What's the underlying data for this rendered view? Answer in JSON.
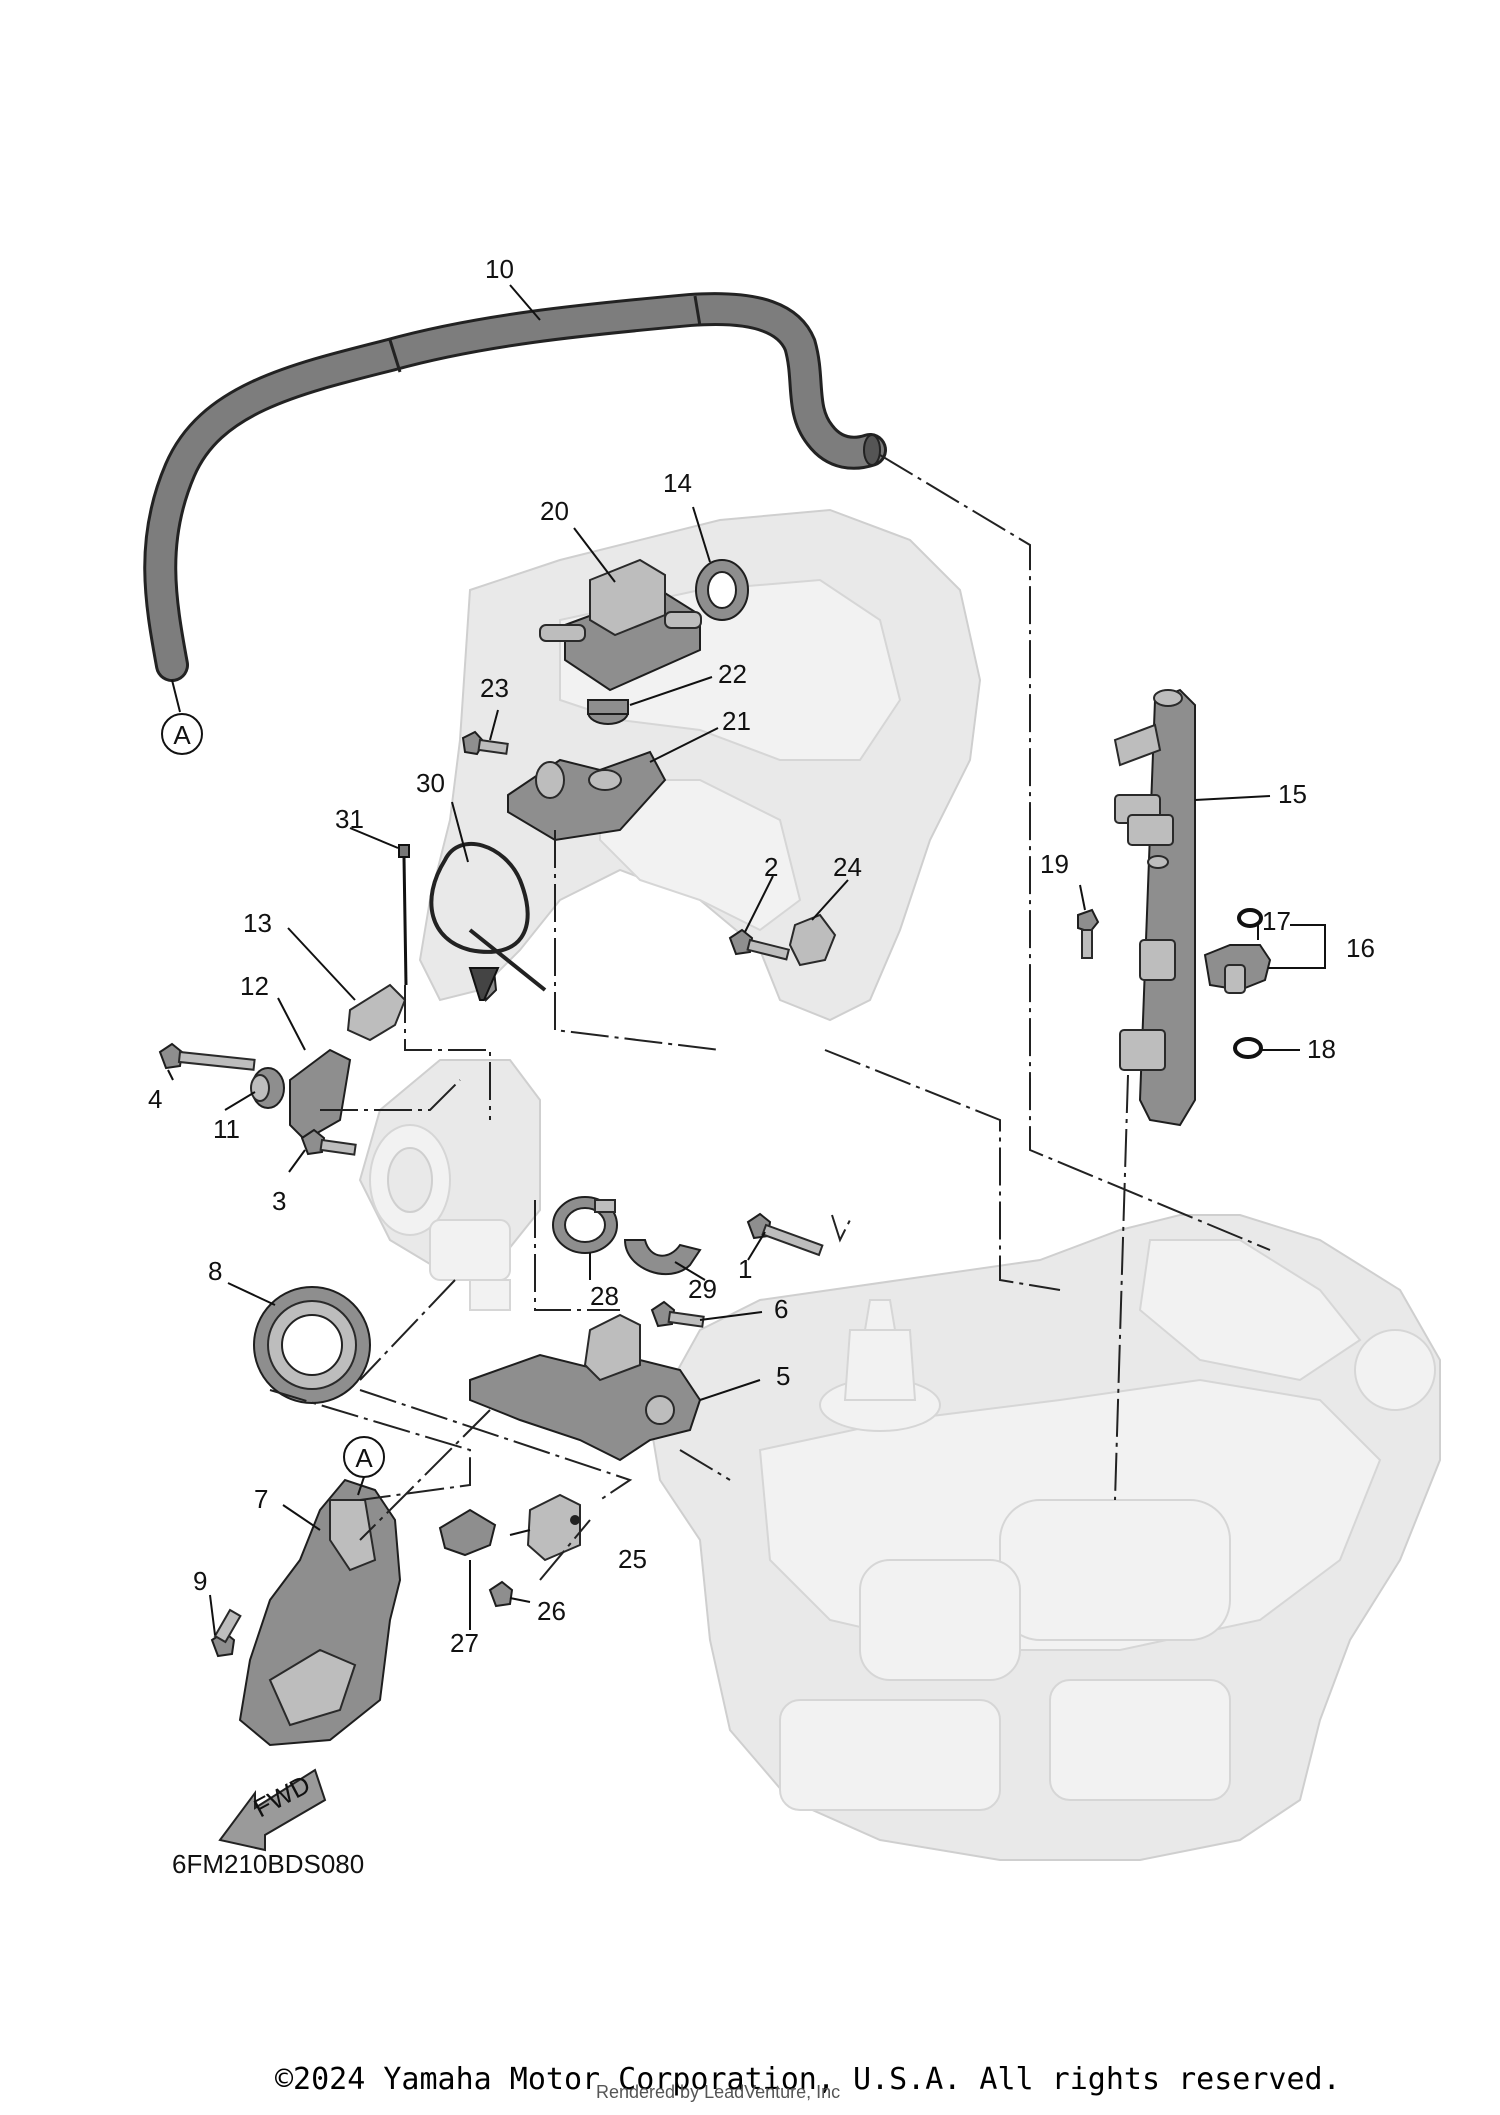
{
  "diagram": {
    "code": "6FM210BDS080",
    "ref_marker": "A",
    "fwd_label": "FWD",
    "callouts": [
      "1",
      "2",
      "3",
      "4",
      "5",
      "6",
      "7",
      "8",
      "9",
      "10",
      "11",
      "12",
      "13",
      "14",
      "15",
      "16",
      "17",
      "18",
      "19",
      "20",
      "21",
      "22",
      "23",
      "24",
      "25",
      "26",
      "27",
      "28",
      "29",
      "30",
      "31"
    ]
  },
  "footer": {
    "copyright": "©2024 Yamaha Motor Corporation, U.S.A. All rights reserved.",
    "rendered_by": "Rendered by LeadVenture, Inc"
  }
}
